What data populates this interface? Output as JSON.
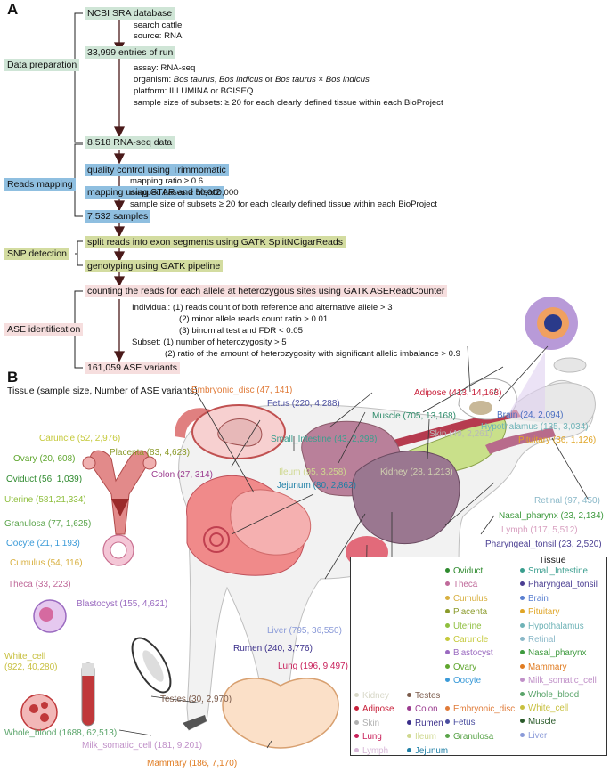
{
  "panel_a": {
    "letter": "A",
    "stages": {
      "data_preparation": "Data preparation",
      "reads_mapping": "Reads mapping",
      "snp_detection": "SNP detection",
      "ase_identification": "ASE identification"
    },
    "steps": {
      "ncbi": "NCBI SRA database",
      "entries": "33,999 entries of run",
      "rnaseq": "8,518 RNA-seq data",
      "qc": "quality control using Trimmomatic",
      "mapping": "mapping using STAR and hisat2",
      "samples": "7,532 samples",
      "split": "split reads into exon segments using GATK SplitNCigarReads",
      "genotyping": "genotyping using GATK pipeline",
      "counting": "counting the reads for each allele at heterozygous sites using GATK ASEReadCounter",
      "variants": "161,059 ASE variants"
    },
    "notes": {
      "search1": "search cattle",
      "search2": "source: RNA",
      "assay": "assay: RNA-seq",
      "organism_prefix": "organism: ",
      "organism_sp1": "Bos taurus",
      "organism_sep1": ", ",
      "organism_sp2": "Bos indicus",
      "organism_sep2": " or ",
      "organism_sp3": "Bos taurus",
      "organism_sep3": " × ",
      "organism_sp4": "Bos indicus",
      "platform": "platform: ILLUMINA or BGISEQ",
      "subset1": "sample size of subsets: ≥ 20 for each clearly defined tissue within each BioProject",
      "ratio": "mapping ratio ≥ 0.6",
      "bases": "mapped bases ≥ 50,000,000",
      "subset2": "sample size of subsets ≥ 20 for each clearly defined tissue within each BioProject",
      "ind1": "Individual: (1) reads count of both reference and alternative allele > 3",
      "ind2": "(2) minor allele reads count ratio > 0.01",
      "ind3": "(3) binomial test and FDR < 0.05",
      "sub1": "Subset: (1) number of heterozygosity > 5",
      "sub2": "(2) ratio of the amount of heterozygosity with significant allelic imbalance > 0.9"
    }
  },
  "panel_b": {
    "letter": "B",
    "title_bold": "Tissue",
    "title_rest": " (sample size, Number of ASE variants)",
    "labels": {
      "embryonic_disc": "Embryonic_disc (47, 141)",
      "fetus": "Fetus (220, 4,288)",
      "adipose": "Adipose (413, 14,163)",
      "muscle": "Muscle (705, 13,168)",
      "brain": "Brain (24, 2,094)",
      "hypothalamus": "Hypothalamus (135, 3,034)",
      "skin": "Skin (49, 2,261)",
      "pituitary": "Pituitary (36, 1,126)",
      "caruncle": "Caruncle (52, 2,976)",
      "placenta": "Placenta (83, 4,623)",
      "small_intestine": "Small_Intestine (43, 2,298)",
      "ovary": "Ovary (20, 608)",
      "oviduct": "Oviduct (56, 1,039)",
      "uterine": "Uterine (581,21,334)",
      "colon": "Colon (27, 314)",
      "ileum": "Ileum (95, 3,258)",
      "kidney": "Kidney (28, 1,213)",
      "jejunum": "Jejunum (80, 2,862)",
      "retinal": "Retinal (97, 450)",
      "nasal_pharynx": "Nasal_pharynx (23, 2,134)",
      "lymph": "Lymph (117, 5,512)",
      "pharyngeal_tonsil": "Pharyngeal_tonsil (23, 2,520)",
      "granulosa": "Granulosa (77, 1,625)",
      "oocyte": "Oocyte (21, 1,193)",
      "cumulus": "Cumulus (54, 116)",
      "theca": "Theca (33, 223)",
      "blastocyst": "Blastocyst (155, 4,621)",
      "liver": "Liver (795, 36,550)",
      "rumen": "Rumen (240, 3,776)",
      "lung": "Lung (196, 9,497)",
      "white_cell_1": "White_cell",
      "white_cell_2": "(922, 40,280)",
      "whole_blood": "Whole_blood (1688, 62,513)",
      "testes": "Testes (30, 2,970)",
      "milk": "Milk_somatic_cell (181, 9,201)",
      "mammary": "Mammary (186, 7,170)"
    },
    "colors": {
      "embryonic_disc": "#e07b39",
      "fetus": "#4b4fa0",
      "adipose": "#c8203a",
      "muscle": "#2e8b6a",
      "brain": "#4a6fc1",
      "hypothalamus": "#6fb3b7",
      "skin": "#b9b9b9",
      "pituitary": "#e0a526",
      "caruncle": "#c5c93a",
      "placenta": "#8a9a2a",
      "small_intestine": "#3a9e8e",
      "ovary": "#5fa62e",
      "oviduct": "#2e8a2e",
      "uterine": "#8fbf3f",
      "colon": "#9b3b8f",
      "ileum": "#cfd88f",
      "kidney": "#d0d0b0",
      "jejunum": "#1f7fa6",
      "retinal": "#8ab8c8",
      "nasal_pharynx": "#3e9a3e",
      "lymph": "#d8a0c0",
      "pharyngeal_tonsil": "#4a3e92",
      "granulosa": "#5aa44a",
      "oocyte": "#3a9ad8",
      "cumulus": "#d8b040",
      "theca": "#c06a9a",
      "blastocyst": "#9a6ac0",
      "liver": "#8a9ad8",
      "rumen": "#3a2e8a",
      "lung": "#c8205a",
      "white_cell": "#c8c040",
      "whole_blood": "#5aa46a",
      "testes": "#7a5a4a",
      "milk": "#c090c8",
      "mammary": "#e07b20",
      "brain_legend": "#5a7fd0",
      "muscle_legend": "#2a5a2a"
    },
    "legend": {
      "title": "Tissue",
      "col1": [
        "Kidney",
        "Adipose",
        "Skin",
        "Lung",
        "Lymph"
      ],
      "col1_colors": [
        "#d8d8c8",
        "#c8203a",
        "#b0b0b0",
        "#c8205a",
        "#d8b8d8"
      ],
      "col2": [
        "Oviduct",
        "Theca",
        "Cumulus",
        "Placenta",
        "Uterine",
        "Caruncle",
        "Blastocyst",
        "Ovary",
        "Oocyte",
        "Testes",
        "Colon",
        "Rumen",
        "Ileum",
        "Jejunum"
      ],
      "col2_colors": [
        "#2e8a2e",
        "#c06a9a",
        "#d8b040",
        "#8a9a2a",
        "#8fbf3f",
        "#c5c93a",
        "#9a6ac0",
        "#5fa62e",
        "#3a9ad8",
        "#7a5a4a",
        "#9b3b8f",
        "#3a2e8a",
        "#cfd88f",
        "#1f7fa6"
      ],
      "col3": [
        "Embryonic_disc",
        "Fetus",
        "Granulosa"
      ],
      "col3_colors": [
        "#e07b39",
        "#4b4fa0",
        "#5aa44a"
      ],
      "col4": [
        "Small_Intestine",
        "Pharyngeal_tonsil",
        "Brain",
        "Pituitary",
        "Hypothalamus",
        "Retinal",
        "Nasal_pharynx",
        "Mammary",
        "Milk_somatic_cell",
        "Whole_blood",
        "White_cell",
        "Muscle",
        "Liver"
      ],
      "col4_colors": [
        "#3a9e8e",
        "#4a3e92",
        "#5a7fd0",
        "#e0a526",
        "#6fb3b7",
        "#8ab8c8",
        "#3e9a3e",
        "#e07b20",
        "#c090c8",
        "#5aa46a",
        "#c8c040",
        "#2a5a2a",
        "#8a9ad8"
      ]
    }
  }
}
